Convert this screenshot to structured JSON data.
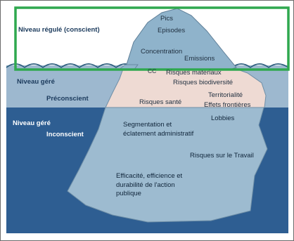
{
  "levels": {
    "regule": "Niveau régulé (conscient)",
    "gere": "Niveau géré",
    "preconscient": "Préconscient",
    "gere_inconscient": "Niveau géré",
    "inconscient": "Inconscient"
  },
  "tip": {
    "pics": "Pics",
    "episodes": "Episodes",
    "concentration": "Concentration",
    "emissions": "Emissions",
    "cc": "CC"
  },
  "middle": {
    "risques_materiaux": "Risques materiaux",
    "risques_biodiversite": "Risques biodiversité",
    "risques_sante": "Risques santé",
    "territorialite": "Territorialité",
    "effets_frontieres": "Effets frontières"
  },
  "deep": {
    "lobbies": "Lobbies",
    "segmentation": "Segmentation et éclatement administratif",
    "risques_travail": "Risques sur le Travail",
    "efficacite": "Efficacité, efficience et durabilité de l'action publique"
  },
  "colors": {
    "sky": "#ffffff",
    "band_light": "#9db8cf",
    "deep_water": "#2e5e92",
    "ice_top": "#8fb3cb",
    "ice_middle": "#eedad3",
    "ice_deep": "#9dbbd0",
    "highlight": "#2fa84f"
  }
}
